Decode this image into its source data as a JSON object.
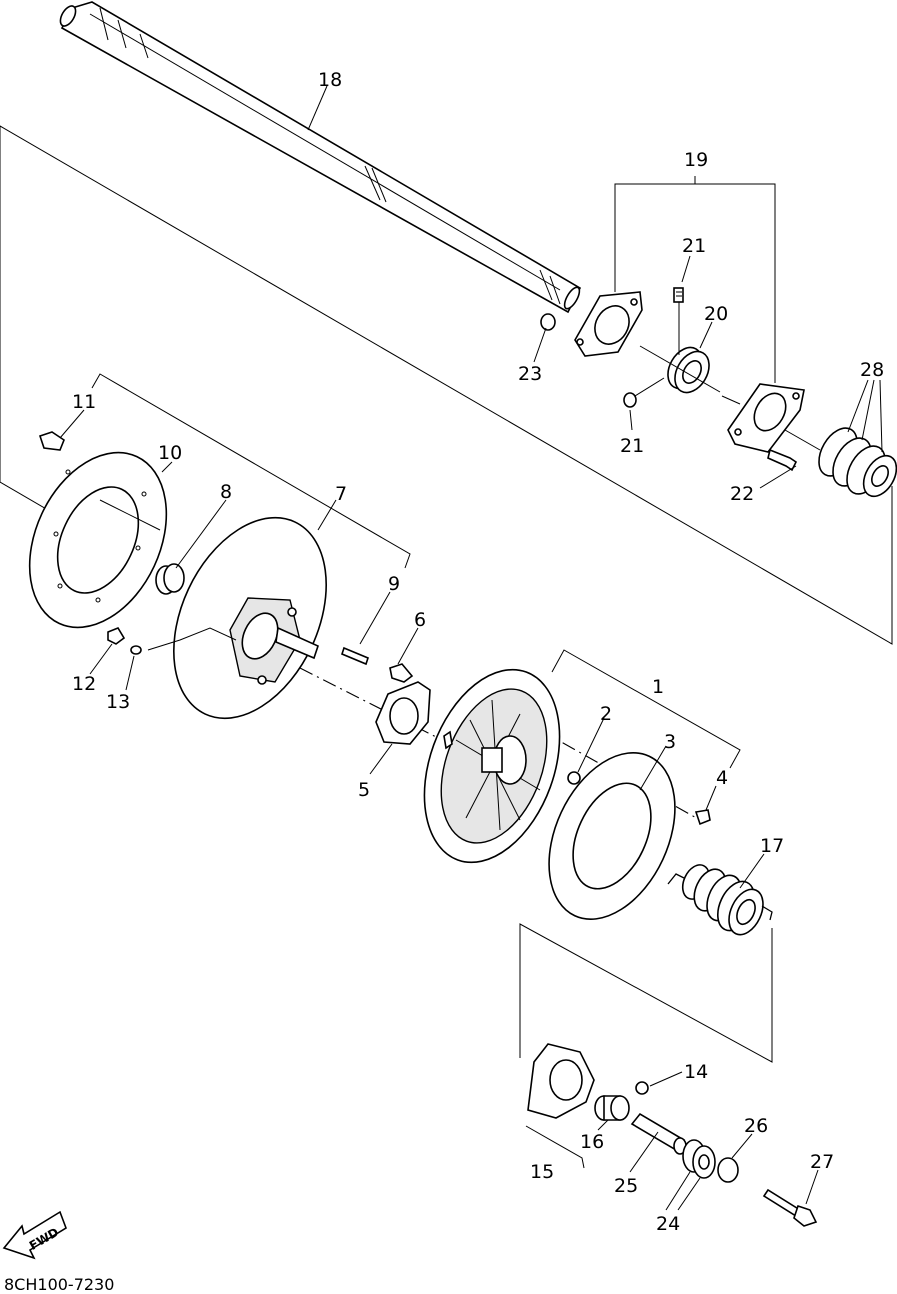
{
  "diagram": {
    "drawing_code": "8CH100-7230",
    "direction_label": "FWD",
    "callouts": [
      {
        "id": "p1",
        "label": "1"
      },
      {
        "id": "p2",
        "label": "2"
      },
      {
        "id": "p3",
        "label": "3"
      },
      {
        "id": "p4",
        "label": "4"
      },
      {
        "id": "p5",
        "label": "5"
      },
      {
        "id": "p6",
        "label": "6"
      },
      {
        "id": "p7",
        "label": "7"
      },
      {
        "id": "p8",
        "label": "8"
      },
      {
        "id": "p9",
        "label": "9"
      },
      {
        "id": "p10",
        "label": "10"
      },
      {
        "id": "p11",
        "label": "11"
      },
      {
        "id": "p12",
        "label": "12"
      },
      {
        "id": "p13",
        "label": "13"
      },
      {
        "id": "p14",
        "label": "14"
      },
      {
        "id": "p15",
        "label": "15"
      },
      {
        "id": "p16",
        "label": "16"
      },
      {
        "id": "p17",
        "label": "17"
      },
      {
        "id": "p18",
        "label": "18"
      },
      {
        "id": "p19",
        "label": "19"
      },
      {
        "id": "p20",
        "label": "20"
      },
      {
        "id": "p21a",
        "label": "21"
      },
      {
        "id": "p21b",
        "label": "21"
      },
      {
        "id": "p22",
        "label": "22"
      },
      {
        "id": "p23",
        "label": "23"
      },
      {
        "id": "p24",
        "label": "24"
      },
      {
        "id": "p25",
        "label": "25"
      },
      {
        "id": "p26",
        "label": "26"
      },
      {
        "id": "p27",
        "label": "27"
      },
      {
        "id": "p28",
        "label": "28"
      }
    ]
  }
}
